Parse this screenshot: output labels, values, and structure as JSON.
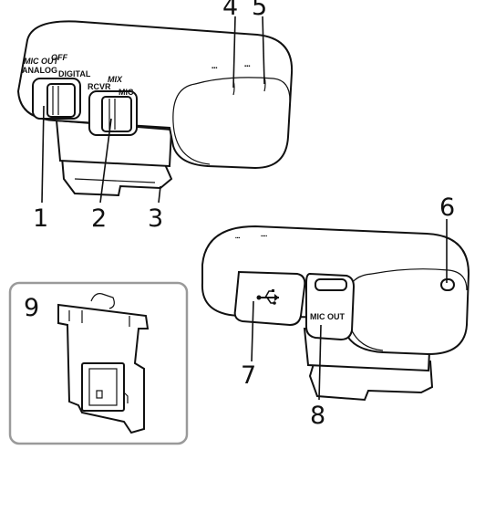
{
  "callouts": {
    "c1": "1",
    "c2": "2",
    "c3": "3",
    "c4": "4",
    "c5": "5",
    "c6": "6",
    "c7": "7",
    "c8": "8",
    "c9": "9"
  },
  "switch_labels": {
    "mic_out": "MIC OUT",
    "off": "OFF",
    "analog": "ANALOG",
    "digital": "DIGITAL",
    "mix": "MIX",
    "rcvr": "RCVR",
    "mic": "MIC"
  },
  "jack_label": "MIC OUT",
  "icons": {
    "usb": "usb-icon"
  }
}
